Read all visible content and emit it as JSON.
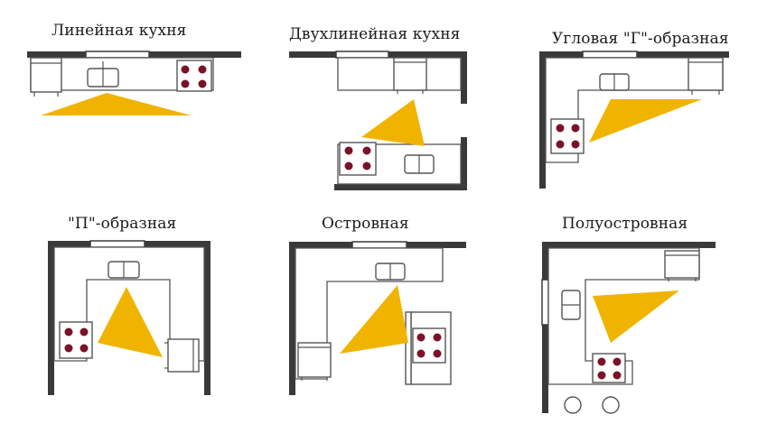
{
  "layouts": [
    {
      "id": "linear",
      "title": "Линейная кухня"
    },
    {
      "id": "two-line",
      "title": "Двухлинейная кухня"
    },
    {
      "id": "corner-l",
      "title": "Угловая \"Г\"-образная"
    },
    {
      "id": "u-shape",
      "title": "\"П\"-образная"
    },
    {
      "id": "island",
      "title": "Островная"
    },
    {
      "id": "peninsula",
      "title": "Полуостровная"
    }
  ],
  "colors": {
    "wall": "#3a3a3a",
    "triangle": "#f0b400",
    "burner": "#7a1228",
    "outline": "#555555"
  }
}
